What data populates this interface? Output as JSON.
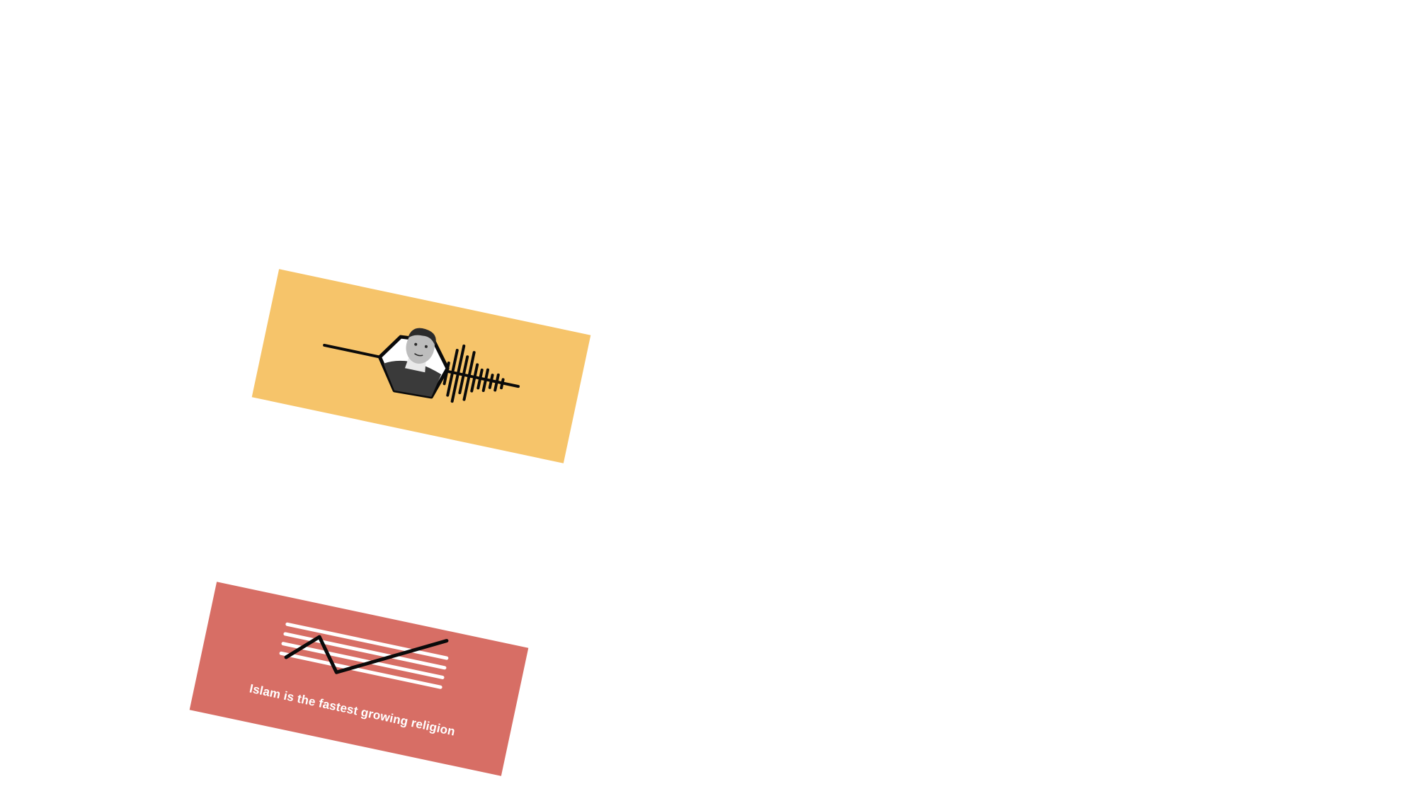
{
  "cards": [
    {
      "id": "podcast",
      "background": "#f6c46a",
      "icons": [
        "speaker-portrait-icon",
        "audio-waveform-icon"
      ]
    },
    {
      "id": "growth",
      "background": "#d76e65",
      "caption": "Islam is the fastest growing religion",
      "icons": [
        "trend-line-chart-icon"
      ]
    }
  ],
  "colors": {
    "ink": "#0a0a0a",
    "white": "#ffffff",
    "portrait_dark": "#3a3a3a",
    "portrait_skin": "#bdbdbd"
  }
}
